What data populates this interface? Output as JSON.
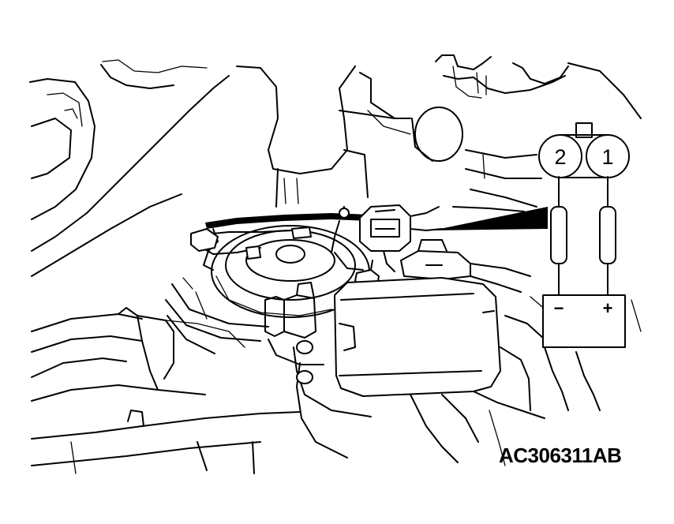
{
  "figure_code": "AC306311AB",
  "connector": {
    "pin_2_label": "2",
    "pin_1_label": "1"
  },
  "battery": {
    "negative_label": "−",
    "positive_label": "+"
  }
}
